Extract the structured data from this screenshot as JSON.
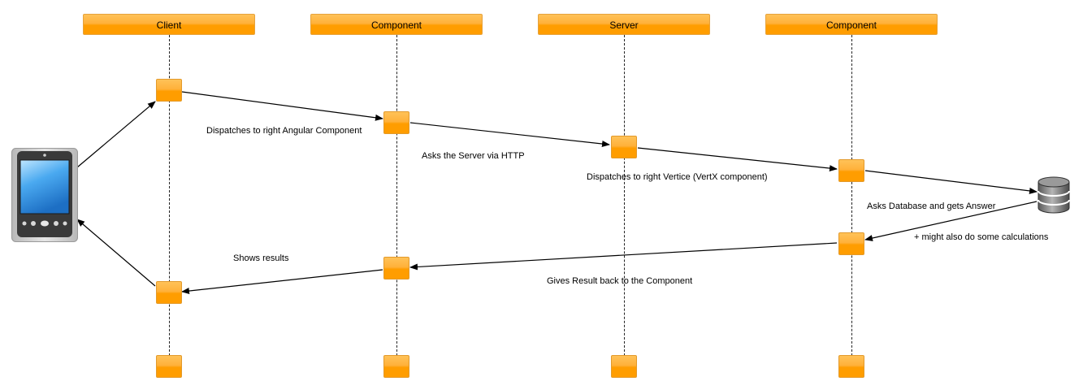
{
  "lanes": [
    {
      "label": "Client"
    },
    {
      "label": "Component"
    },
    {
      "label": "Server"
    },
    {
      "label": "Component"
    }
  ],
  "messages": {
    "m1": "Dispatches to right Angular Component",
    "m2": "Asks the Server via HTTP",
    "m3": "Dispatches to right Vertice (VertX component)",
    "m4": "Asks Database and gets Answer",
    "m5": "+ might also do some calculations",
    "m6": "Gives Result back to the Component",
    "m7": "Shows results"
  },
  "icons": {
    "device": "mobile-device-icon",
    "database": "database-icon"
  },
  "colors": {
    "accent": "#ff9d00",
    "accent_light": "#ffc258",
    "border": "#e39a2b",
    "line": "#000000"
  }
}
